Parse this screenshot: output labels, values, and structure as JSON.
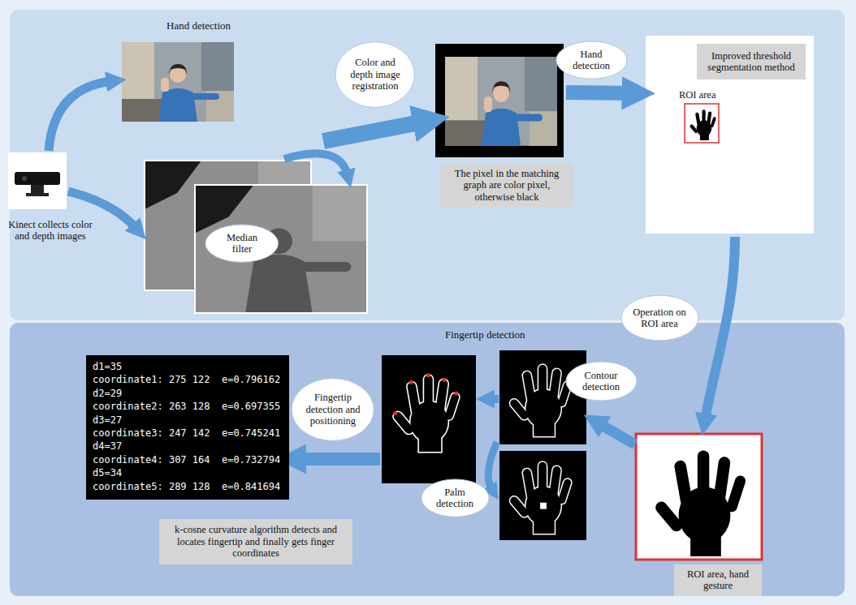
{
  "diagram": {
    "nodes": [
      {
        "text": [
          "Hand detection"
        ]
      },
      {
        "text": [
          "Color and depth image registration"
        ],
        "in": 0
      },
      {
        "text": [
          "Hand detection"
        ],
        "in": 0
      },
      {
        "text": [
          "Improved threshold segmentation method"
        ],
        "in": 0
      },
      {
        "text": [
          "The pixel in the matching graph are color pixel, otherwise black"
        ],
        "in": 0
      },
      {
        "text": [
          "Median filter"
        ],
        "in": 0
      },
      {
        "text": [
          "Operation on ROI area"
        ]
      },
      {
        "text": [
          "Fingertip detection"
        ]
      },
      {
        "text": [
          "d1=35",
          "coordinate1: 275 122  e=0.796162",
          "d2=29",
          "coordinate2: 263 128  e=0.697355",
          "d3=27",
          "coordinate3: 247 142  e=0.745241",
          "d4=37",
          "coordinate4: 307 164  e=0.732794",
          "d5=34",
          "coordinate5: 289 128  e=0.841694"
        ],
        "in": 7
      },
      {
        "text": [
          "Fingertip detection and positioning"
        ],
        "in": 7
      },
      {
        "text": [
          "Contour detection"
        ],
        "in": 7
      },
      {
        "text": [
          "Palm detection"
        ],
        "in": 7
      },
      {
        "text": [
          "k-cosne curvature algorithm detects and locates fingertip and finally gets finger coordinates"
        ],
        "in": 7
      },
      {
        "text": [
          "ROI area, hand gesture"
        ],
        "in": 7
      }
    ],
    "labels": [
      "Kinect collects color and depth images",
      "ROI area"
    ]
  }
}
